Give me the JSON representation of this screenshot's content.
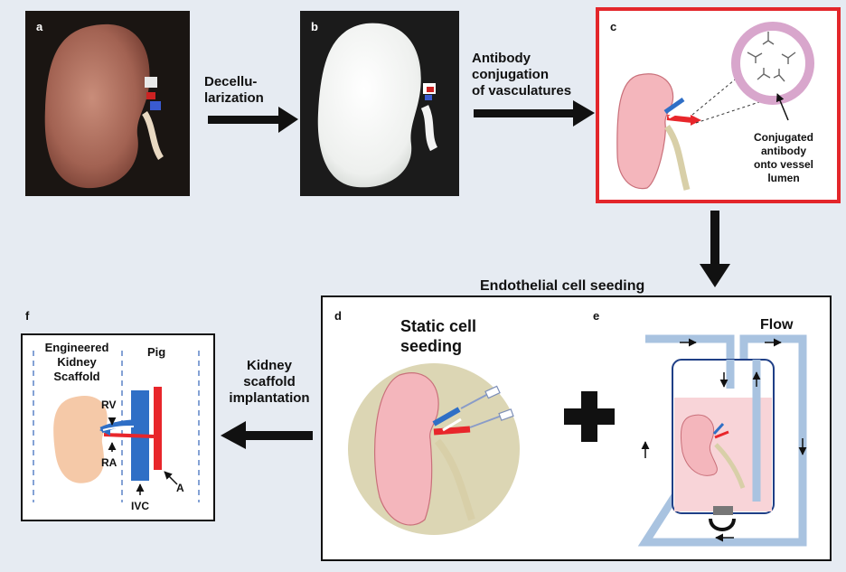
{
  "panels": {
    "a": "a",
    "b": "b",
    "c": "c",
    "d": "d",
    "e": "e",
    "f": "f"
  },
  "steps": {
    "decell_line1": "Decellu-",
    "decell_line2": "larization",
    "antibody_line1": "Antibody",
    "antibody_line2": "conjugation",
    "antibody_line3": "of vasculatures",
    "endothelial": "Endothelial cell seeding",
    "implant_line1": "Kidney",
    "implant_line2": "scaffold",
    "implant_line3": "implantation"
  },
  "panel_c": {
    "conj_line1": "Conjugated",
    "conj_line2": "antibody",
    "conj_line3": "onto vessel",
    "conj_line4": "lumen"
  },
  "panel_d": {
    "static_line1": "Static cell",
    "static_line2": "seeding"
  },
  "panel_e": {
    "flow": "Flow"
  },
  "panel_f": {
    "eng_line1": "Engineered",
    "eng_line2": "Kidney",
    "eng_line3": "Scaffold",
    "pig": "Pig",
    "rv": "RV",
    "ra": "RA",
    "ivc": "IVC",
    "a_label": "A"
  },
  "colors": {
    "background": "#e6ebf2",
    "kidney_pink": "#f4b6bc",
    "kidney_outline": "#c9707a",
    "vessel_red": "#e8262b",
    "vessel_blue": "#2f6fc6",
    "ureter_tan": "#d8cfa8",
    "highlight_red": "#e3262b",
    "circle_tan": "#dcd6b4",
    "ring_pink": "#d8a6cc",
    "flow_tube": "#a9c3e0",
    "chamber_navy": "#1f3f86",
    "implant_kidney": "#f5c9a8"
  }
}
